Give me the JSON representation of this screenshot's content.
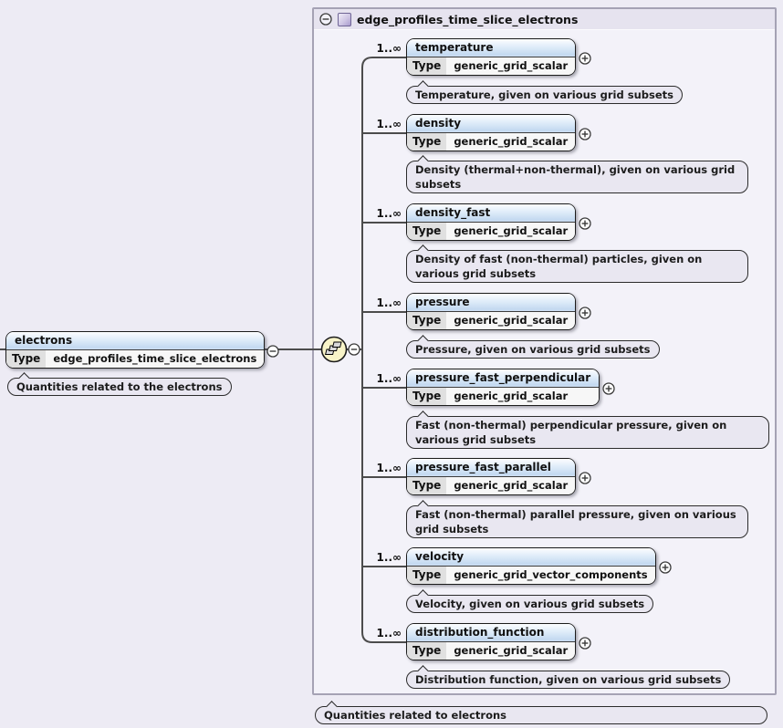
{
  "diagram": {
    "labels": {
      "type": "Type",
      "occurs": "1..∞"
    },
    "container": {
      "title": "edge_profiles_time_slice_electrons",
      "annotation": "Quantities related to electrons"
    },
    "root": {
      "name": "electrons",
      "type": "edge_profiles_time_slice_electrons",
      "annotation": "Quantities related to the electrons"
    },
    "children": [
      {
        "name": "temperature",
        "type": "generic_grid_scalar",
        "annotation": "Temperature, given on various grid subsets"
      },
      {
        "name": "density",
        "type": "generic_grid_scalar",
        "annotation": "Density (thermal+non-thermal), given on various grid subsets"
      },
      {
        "name": "density_fast",
        "type": "generic_grid_scalar",
        "annotation": "Density of fast (non-thermal) particles, given on various grid subsets"
      },
      {
        "name": "pressure",
        "type": "generic_grid_scalar",
        "annotation": "Pressure, given on various grid subsets"
      },
      {
        "name": "pressure_fast_perpendicular",
        "type": "generic_grid_scalar",
        "annotation": "Fast (non-thermal) perpendicular pressure, given on various grid subsets"
      },
      {
        "name": "pressure_fast_parallel",
        "type": "generic_grid_scalar",
        "annotation": "Fast (non-thermal) parallel pressure, given on various grid subsets"
      },
      {
        "name": "velocity",
        "type": "generic_grid_vector_components",
        "annotation": "Velocity, given on various grid subsets"
      },
      {
        "name": "distribution_function",
        "type": "generic_grid_scalar",
        "annotation": "Distribution function, given on various grid subsets"
      }
    ],
    "colors": {
      "page_bg": "#edebf4",
      "container_bg": "#f3f2f9",
      "header_bg": "#e6e3ef",
      "box_header_blue": "#c3d9f0",
      "annotation_bg": "#e9e7f1",
      "compositor_yellow": "#f8f4c8",
      "line": "#4c4c4c"
    }
  }
}
